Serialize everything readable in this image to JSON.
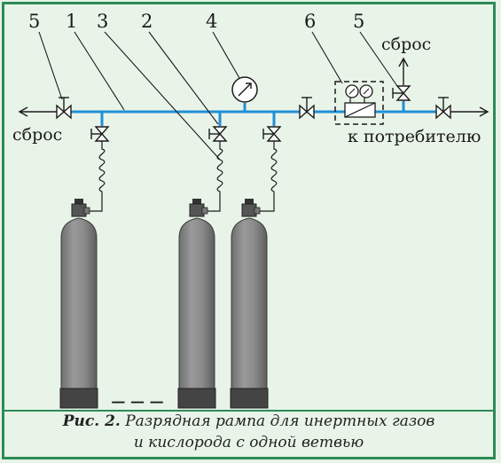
{
  "figure": {
    "callouts": [
      "5",
      "1",
      "3",
      "2",
      "4",
      "6",
      "5"
    ],
    "vent_left_label": "сброс",
    "vent_right_label": "сброс",
    "consumer_label": "к потребителю",
    "gap_dashes": "— — —"
  },
  "caption": {
    "lead": "Рис. 2.",
    "line1_rest": " Разрядная рампа для инертных газов",
    "line2": "и кислорода с одной ветвью"
  },
  "colors": {
    "background": "#e9f4e9",
    "border": "#2e8b57",
    "pipe": "#1e90d6",
    "cylinder": "#8c8c8c",
    "cylinder_base": "#444444",
    "ink": "#1a1a1a"
  }
}
